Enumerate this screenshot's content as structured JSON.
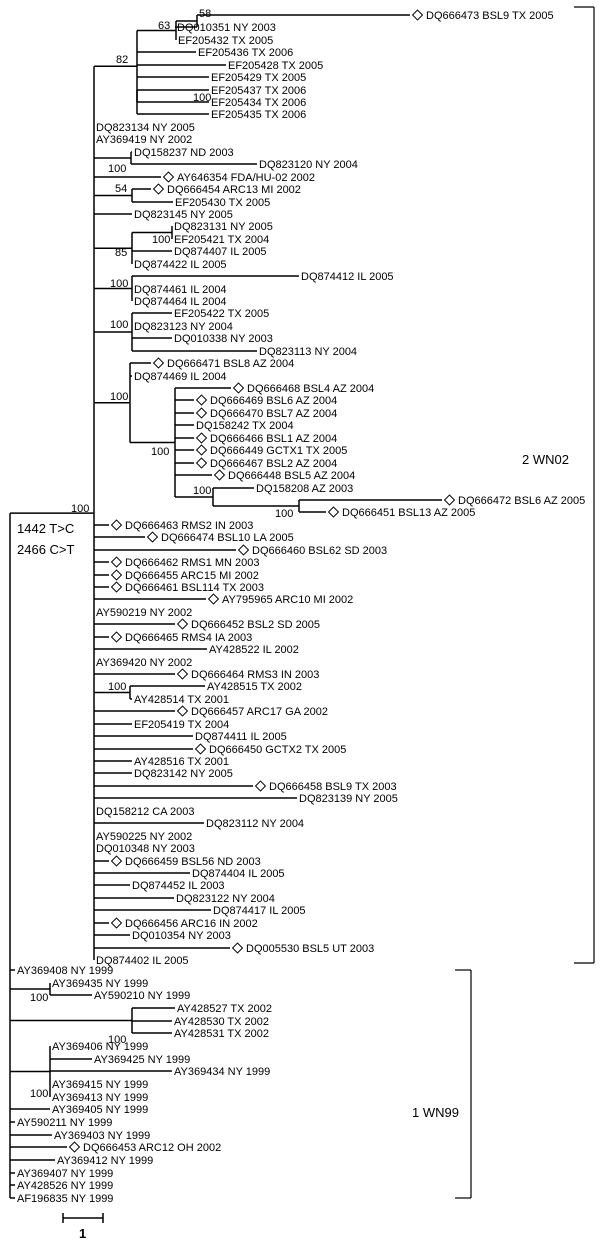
{
  "tree": {
    "mutations": [
      "1442 T>C",
      "2466 C>T"
    ],
    "scale_label": "1",
    "clades": [
      {
        "label": "2 WN02"
      },
      {
        "label": "1 WN99"
      }
    ],
    "bootstrap": {
      "b100_root": "100",
      "b82": "82",
      "b63": "63",
      "b58": "58",
      "b100_tx": "100",
      "b100_ny04": "100",
      "b54": "54",
      "b100_ny05": "100",
      "b85": "85",
      "b100_il": "100",
      "b100_ny04b": "100",
      "b100_bsl8": "100",
      "b100_az": "100",
      "b100_az03": "100",
      "b100_bsl13": "100",
      "b100_tx02": "100",
      "b100_ny99a": "100",
      "b100_ny99b": "100",
      "b100_ny99c": "100"
    },
    "taxa": [
      {
        "id": "t001",
        "text": "DQ666473 BSL9 TX 2005",
        "marker": true
      },
      {
        "id": "t002",
        "text": "DQ010351 NY 2003",
        "marker": false
      },
      {
        "id": "t003",
        "text": "EF205432 TX 2005",
        "marker": false
      },
      {
        "id": "t004",
        "text": "EF205436 TX 2006",
        "marker": false
      },
      {
        "id": "t005",
        "text": "EF205428 TX 2005",
        "marker": false
      },
      {
        "id": "t006",
        "text": "EF205429 TX 2005",
        "marker": false
      },
      {
        "id": "t007",
        "text": "EF205437 TX 2006",
        "marker": false
      },
      {
        "id": "t008",
        "text": "EF205434 TX 2006",
        "marker": false
      },
      {
        "id": "t009",
        "text": "EF205435 TX 2006",
        "marker": false
      },
      {
        "id": "t010",
        "text": "DQ823134 NY 2005",
        "marker": false
      },
      {
        "id": "t011",
        "text": "AY369419 NY 2002",
        "marker": false
      },
      {
        "id": "t012",
        "text": "DQ158237 ND 2003",
        "marker": false
      },
      {
        "id": "t013",
        "text": "DQ823120 NY 2004",
        "marker": false
      },
      {
        "id": "t014",
        "text": "AY646354 FDA/HU-02 2002",
        "marker": true
      },
      {
        "id": "t015",
        "text": "DQ666454 ARC13 MI 2002",
        "marker": true
      },
      {
        "id": "t016",
        "text": "EF205430 TX 2005",
        "marker": false
      },
      {
        "id": "t017",
        "text": "DQ823145 NY 2005",
        "marker": false
      },
      {
        "id": "t018",
        "text": "DQ823131 NY 2005",
        "marker": false
      },
      {
        "id": "t019",
        "text": "EF205421 TX 2004",
        "marker": false
      },
      {
        "id": "t020",
        "text": "DQ874407 IL 2005",
        "marker": false
      },
      {
        "id": "t021",
        "text": "DQ874422 IL 2005",
        "marker": false
      },
      {
        "id": "t022",
        "text": "DQ874412 IL 2005",
        "marker": false
      },
      {
        "id": "t023",
        "text": "DQ874461 IL 2004",
        "marker": false
      },
      {
        "id": "t024",
        "text": "DQ874464 IL 2004",
        "marker": false
      },
      {
        "id": "t025",
        "text": "EF205422 TX 2005",
        "marker": false
      },
      {
        "id": "t026",
        "text": "DQ823123 NY 2004",
        "marker": false
      },
      {
        "id": "t027",
        "text": "DQ010338 NY 2003",
        "marker": false
      },
      {
        "id": "t028",
        "text": "DQ823113 NY 2004",
        "marker": false
      },
      {
        "id": "t029",
        "text": "DQ666471 BSL8 AZ 2004",
        "marker": true
      },
      {
        "id": "t030",
        "text": "DQ874469 IL 2004",
        "marker": false
      },
      {
        "id": "t031",
        "text": "DQ666468 BSL4 AZ 2004",
        "marker": true
      },
      {
        "id": "t032",
        "text": "DQ666469 BSL6 AZ 2004",
        "marker": true
      },
      {
        "id": "t033",
        "text": "DQ666470 BSL7 AZ 2004",
        "marker": true
      },
      {
        "id": "t034",
        "text": "DQ158242 TX 2004",
        "marker": false
      },
      {
        "id": "t035",
        "text": "DQ666466 BSL1 AZ 2004",
        "marker": true
      },
      {
        "id": "t036",
        "text": "DQ666449 GCTX1 TX 2005",
        "marker": true
      },
      {
        "id": "t037",
        "text": "DQ666467 BSL2 AZ 2004",
        "marker": true
      },
      {
        "id": "t038",
        "text": "DQ666448 BSL5 AZ 2004",
        "marker": true
      },
      {
        "id": "t039",
        "text": "DQ158208 AZ 2003",
        "marker": false
      },
      {
        "id": "t040",
        "text": "DQ666472 BSL6 AZ 2005",
        "marker": true
      },
      {
        "id": "t041",
        "text": "DQ666451 BSL13 AZ 2005",
        "marker": true
      },
      {
        "id": "t042",
        "text": "DQ666463 RMS2 IN 2003",
        "marker": true
      },
      {
        "id": "t043",
        "text": "DQ666474 BSL10 LA 2005",
        "marker": true
      },
      {
        "id": "t044",
        "text": "DQ666460 BSL62 SD 2003",
        "marker": true
      },
      {
        "id": "t045",
        "text": "DQ666462 RMS1 MN 2003",
        "marker": true
      },
      {
        "id": "t046",
        "text": "DQ666455 ARC15 MI 2002",
        "marker": true
      },
      {
        "id": "t047",
        "text": "DQ666461 BSL114 TX 2003",
        "marker": true
      },
      {
        "id": "t048",
        "text": "AY795965 ARC10 MI 2002",
        "marker": true
      },
      {
        "id": "t049",
        "text": "AY590219 NY 2002",
        "marker": false
      },
      {
        "id": "t050",
        "text": "DQ666452 BSL2 SD 2005",
        "marker": true
      },
      {
        "id": "t051",
        "text": "DQ666465 RMS4 IA 2003",
        "marker": true
      },
      {
        "id": "t052",
        "text": "AY428522 IL 2002",
        "marker": false
      },
      {
        "id": "t053",
        "text": "AY369420 NY 2002",
        "marker": false
      },
      {
        "id": "t054",
        "text": "DQ666464 RMS3 IN 2003",
        "marker": true
      },
      {
        "id": "t055",
        "text": "AY428515 TX 2002",
        "marker": false
      },
      {
        "id": "t056",
        "text": "AY428514 TX 2001",
        "marker": false
      },
      {
        "id": "t057",
        "text": "DQ666457 ARC17 GA 2002",
        "marker": true
      },
      {
        "id": "t058",
        "text": "EF205419 TX 2004",
        "marker": false
      },
      {
        "id": "t059",
        "text": "DQ874411 IL 2005",
        "marker": false
      },
      {
        "id": "t060",
        "text": "DQ666450 GCTX2 TX 2005",
        "marker": true
      },
      {
        "id": "t061",
        "text": "AY428516 TX 2001",
        "marker": false
      },
      {
        "id": "t062",
        "text": "DQ823142 NY 2005",
        "marker": false
      },
      {
        "id": "t063",
        "text": "DQ666458 BSL9 TX 2003",
        "marker": true
      },
      {
        "id": "t064",
        "text": "DQ823139 NY 2005",
        "marker": false
      },
      {
        "id": "t065",
        "text": "DQ158212 CA 2003",
        "marker": false
      },
      {
        "id": "t066",
        "text": "DQ823112 NY 2004",
        "marker": false
      },
      {
        "id": "t067",
        "text": "AY590225 NY 2002",
        "marker": false
      },
      {
        "id": "t068",
        "text": "DQ010348 NY 2003",
        "marker": false
      },
      {
        "id": "t069",
        "text": "DQ666459 BSL56 ND 2003",
        "marker": true
      },
      {
        "id": "t070",
        "text": "DQ874404 IL 2005",
        "marker": false
      },
      {
        "id": "t071",
        "text": "DQ874452 IL 2003",
        "marker": false
      },
      {
        "id": "t072",
        "text": "DQ823122 NY 2004",
        "marker": false
      },
      {
        "id": "t073",
        "text": "DQ874417 IL 2005",
        "marker": false
      },
      {
        "id": "t074",
        "text": "DQ666456 ARC16 IN 2002",
        "marker": true
      },
      {
        "id": "t075",
        "text": "DQ010354 NY 2003",
        "marker": false
      },
      {
        "id": "t076",
        "text": "DQ005530 BSL5 UT 2003",
        "marker": true
      },
      {
        "id": "t077",
        "text": "DQ874402 IL 2005",
        "marker": false
      },
      {
        "id": "t078",
        "text": "AY369408 NY 1999",
        "marker": false
      },
      {
        "id": "t079",
        "text": "AY369435 NY 1999",
        "marker": false
      },
      {
        "id": "t080",
        "text": "AY590210 NY 1999",
        "marker": false
      },
      {
        "id": "t081",
        "text": "AY428527 TX 2002",
        "marker": false
      },
      {
        "id": "t082",
        "text": "AY428530 TX 2002",
        "marker": false
      },
      {
        "id": "t083",
        "text": "AY428531 TX 2002",
        "marker": false
      },
      {
        "id": "t084",
        "text": "AY369406 NY 1999",
        "marker": false
      },
      {
        "id": "t085",
        "text": "AY369425 NY 1999",
        "marker": false
      },
      {
        "id": "t086",
        "text": "AY369434 NY 1999",
        "marker": false
      },
      {
        "id": "t087",
        "text": "AY369415 NY 1999",
        "marker": false
      },
      {
        "id": "t088",
        "text": "AY369413 NY 1999",
        "marker": false
      },
      {
        "id": "t089",
        "text": "AY369405 NY 1999",
        "marker": false
      },
      {
        "id": "t090",
        "text": "AY590211 NY 1999",
        "marker": false
      },
      {
        "id": "t091",
        "text": "AY369403 NY 1999",
        "marker": false
      },
      {
        "id": "t092",
        "text": "DQ666453 ARC12 OH 2002",
        "marker": true
      },
      {
        "id": "t093",
        "text": "AY369412 NY 1999",
        "marker": false
      },
      {
        "id": "t094",
        "text": "AY369407 NY 1999",
        "marker": false
      },
      {
        "id": "t095",
        "text": "AY428526 NY 1999",
        "marker": false
      },
      {
        "id": "t096",
        "text": "AF196835 NY 1999",
        "marker": false
      }
    ]
  }
}
